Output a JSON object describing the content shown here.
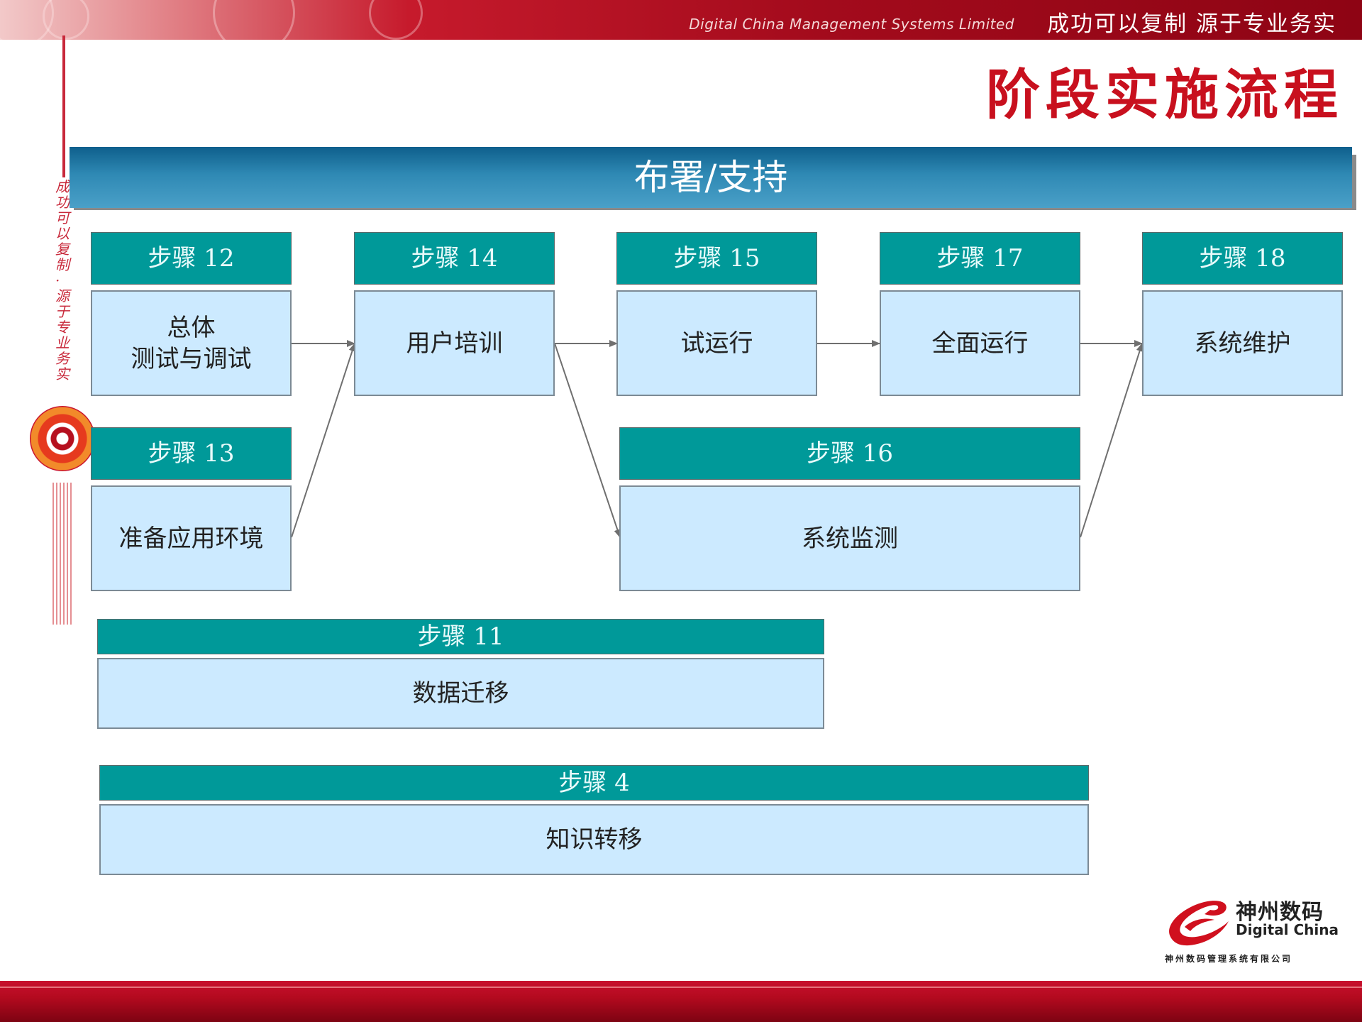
{
  "header": {
    "company_en": "Digital China Management Systems Limited",
    "slogan": "成功可以复制  源于专业务实"
  },
  "side": {
    "vertical_text": "成功可以复制·源于专业务实"
  },
  "title": "阶段实施流程",
  "phase": "布署/支持",
  "steps": {
    "s12": {
      "header": "步骤 12",
      "body_line1": "总体",
      "body_line2": "测试与调试"
    },
    "s13": {
      "header": "步骤 13",
      "body": "准备应用环境"
    },
    "s14": {
      "header": "步骤 14",
      "body": "用户培训"
    },
    "s15": {
      "header": "步骤 15",
      "body": "试运行"
    },
    "s16": {
      "header": "步骤 16",
      "body": "系统监测"
    },
    "s17": {
      "header": "步骤 17",
      "body": "全面运行"
    },
    "s18": {
      "header": "步骤 18",
      "body": "系统维护"
    },
    "s11": {
      "header": "步骤 11",
      "body": "数据迁移"
    },
    "s4": {
      "header": "步骤 4",
      "body": "知识转移"
    }
  },
  "logo": {
    "name_cn": "神州数码",
    "name_en": "Digital China",
    "sub": "神州数码管理系统有限公司"
  },
  "colors": {
    "header_fill": "#009999",
    "box_fill": "#cceaff",
    "title_red": "#c8101e",
    "phase_blue": "#2f89b4"
  }
}
